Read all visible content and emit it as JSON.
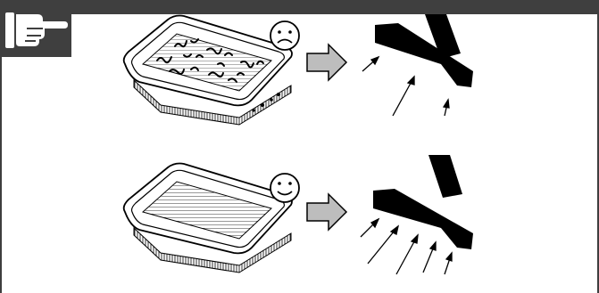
{
  "header": {
    "icon": "pointing-hand-icon"
  },
  "colors": {
    "bar": "#3f3f3f",
    "ink": "#000000",
    "arrow_fill": "#bdbdbd",
    "paper": "#ffffff"
  },
  "rows": [
    {
      "state": "dirty",
      "face_icon": "sad-face-icon",
      "filter_icon": "dirty-air-filter-icon",
      "arrow_icon": "right-arrow-icon",
      "tool_icon": "vacuum-nozzle-icon",
      "airflow_arrows": 3
    },
    {
      "state": "clean",
      "face_icon": "happy-face-icon",
      "filter_icon": "clean-air-filter-icon",
      "arrow_icon": "right-arrow-icon",
      "tool_icon": "vacuum-nozzle-icon",
      "airflow_arrows": 5
    }
  ]
}
